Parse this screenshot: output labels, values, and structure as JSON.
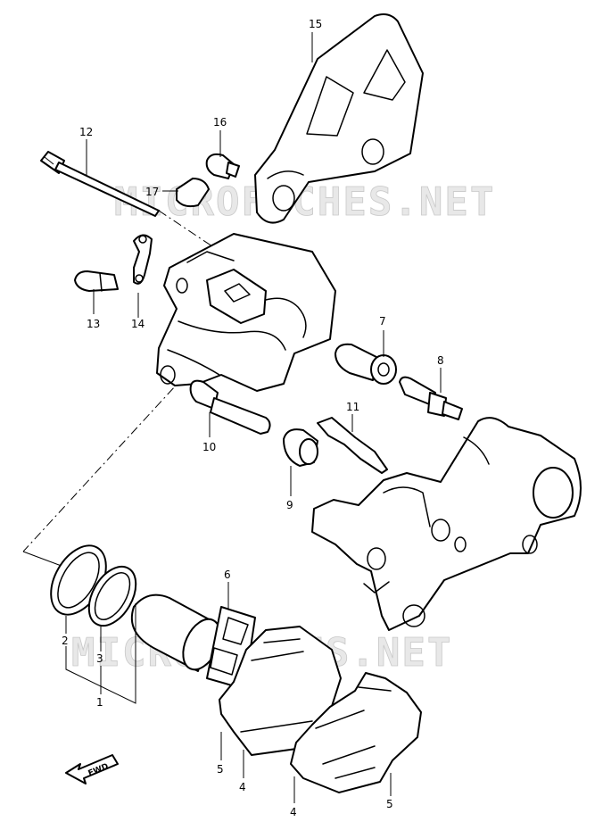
{
  "diagram": {
    "callouts": [
      "1",
      "2",
      "3",
      "4",
      "4",
      "5",
      "5",
      "6",
      "7",
      "8",
      "9",
      "10",
      "11",
      "12",
      "13",
      "14",
      "15",
      "16",
      "17"
    ],
    "watermark": "MICROFICHES.NET",
    "direction_arrow_label": "FWD",
    "colors": {
      "line": "#000000",
      "background": "#ffffff",
      "watermark": "#d9d9d9"
    }
  }
}
